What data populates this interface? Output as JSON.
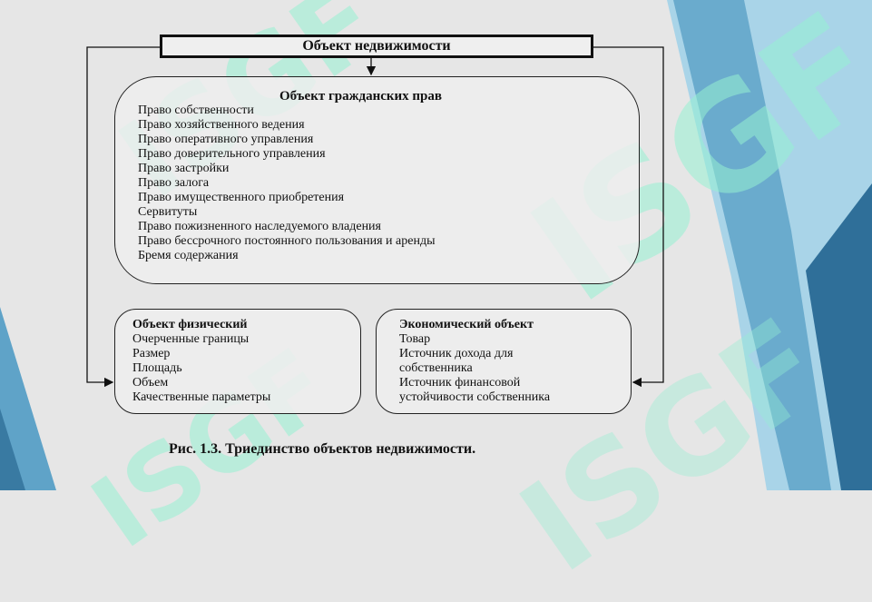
{
  "diagram": {
    "title": "Объект недвижимости",
    "civil_object": {
      "title": "Объект гражданских прав",
      "items": [
        "Право собственности",
        "Право хозяйственного  ведения",
        "Право оперативного управления",
        "Право доверительного управления",
        "Право застройки",
        "Право залога",
        "Право имущественного приобретения",
        "Сервитуты",
        "Право пожизненного наследуемого владения",
        "Право бессрочного постоянного  пользования и аренды",
        "Бремя содержания"
      ]
    },
    "physical_object": {
      "title": "Объект физический",
      "items": [
        "Очерченные границы",
        "Размер",
        "Площадь",
        "Объем",
        "Качественные параметры"
      ]
    },
    "economic_object": {
      "title": "Экономический объект",
      "items": [
        "Товар",
        "Источник дохода для",
        "собственника",
        "Источник финансовой",
        "устойчивости   собственника"
      ]
    },
    "caption": "Рис. 1.3. Триединство объектов недвижимости."
  },
  "colors": {
    "slide_background": "#e6e6e6",
    "accent_blue_dark": "#2f6f99",
    "accent_blue_mid": "#5fa3c8",
    "accent_blue_light": "#a9d4e8",
    "watermark_green": "#96f0d2"
  },
  "background": {
    "watermark_text": "ISGF"
  }
}
